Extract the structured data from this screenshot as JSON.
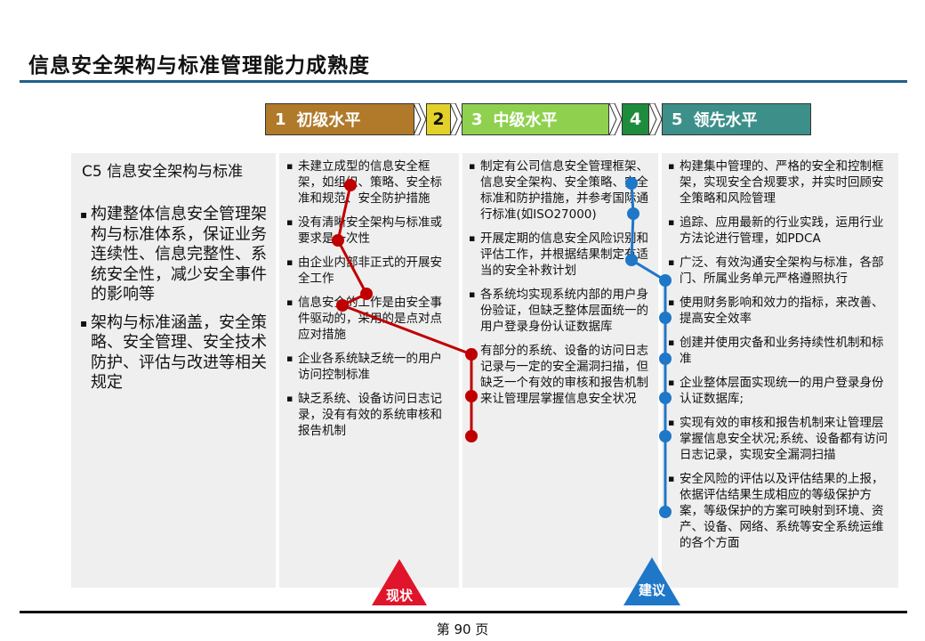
{
  "title": "信息安全架构与标准管理能力成熟度",
  "levels": [
    {
      "num": "1",
      "label": "初级水平",
      "color": "#b07a2a"
    },
    {
      "num": "2",
      "label": "",
      "color": "#e2d12b"
    },
    {
      "num": "3",
      "label": "中级水平",
      "color": "#8fd14f"
    },
    {
      "num": "4",
      "label": "",
      "color": "#1e8c3c"
    },
    {
      "num": "5",
      "label": "领先水平",
      "color": "#3d8f8a"
    }
  ],
  "left": {
    "heading": "C5 信息安全架构与标准",
    "items": [
      "构建整体信息安全管理架构与标准体系，保证业务连续性、信息完整性、系统安全性，减少安全事件的影响等",
      "架构与标准涵盖，安全策略、安全管理、安全技术防护、评估与改进等相关规定"
    ]
  },
  "col1": [
    "未建立成型的信息安全框架，如组织、策略、安全标准和规范、安全防护措施",
    "没有清晰安全架构与标准或要求是一次性",
    "由企业内部非正式的开展安全工作",
    "信息安全的工作是由安全事件驱动的，采用的是点对点应对措施",
    "企业各系统缺乏统一的用户访问控制标准",
    "缺乏系统、设备访问日志记录，没有有效的系统审核和报告机制"
  ],
  "col2": [
    "制定有公司信息安全管理框架、信息安全架构、安全策略、安全标准和防护措施，并参考国际通行标准(如ISO27000)",
    "开展定期的信息安全风险识别和评估工作，并根据结果制定有适当的安全补救计划",
    "各系统均实现系统内部的用户身份验证，但缺乏整体层面统一的用户登录身份认证数据库",
    "有部分的系统、设备的访问日志记录与一定的安全漏洞扫描，但缺乏一个有效的审核和报告机制来让管理层掌握信息安全状况"
  ],
  "col3": [
    "构建集中管理的、严格的安全和控制框架，实现安全合规要求，并实时回顾安全策略和风险管理",
    "追踪、应用最新的行业实践，运用行业方法论进行管理，如PDCA",
    "广泛、有效沟通安全架构与标准，各部门、所属业务单元严格遵照执行",
    "使用财务影响和效力的指标，来改善、提高安全效率",
    "创建并使用灾备和业务持续性机制和标准",
    "企业整体层面实现统一的用户登录身份认证数据库;",
    "实现有效的审核和报告机制来让管理层掌握信息安全状况;系统、设备都有访问日志记录，实现安全漏洞扫描",
    "安全风险的评估以及评估结果的上报，依据评估结果生成相应的等级保护方案，等级保护的方案可映射到环境、资产、设备、网络、系统等安全系统运维的各个方面"
  ],
  "markers": {
    "current": "现状",
    "suggest": "建议"
  },
  "colors": {
    "current_line": "#c00000",
    "suggest_line": "#1f77c8",
    "accent_rule": "#1f5f8b"
  },
  "page": "第 90 页"
}
